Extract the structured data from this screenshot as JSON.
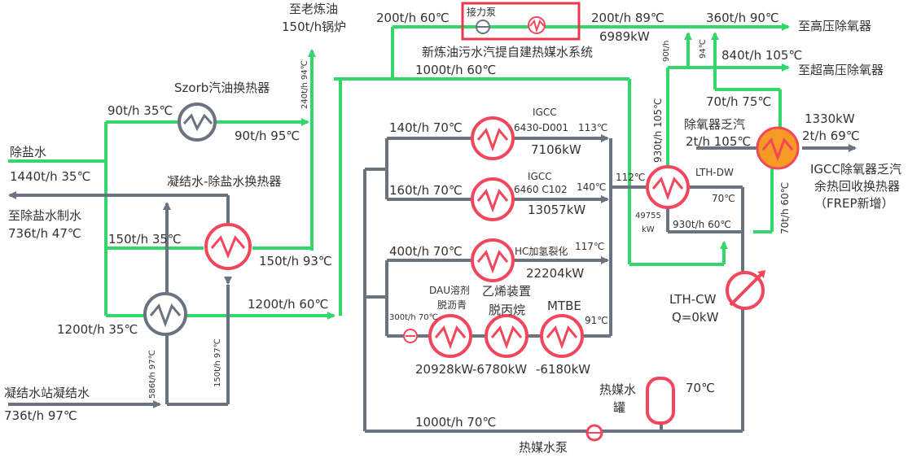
{
  "colors": {
    "green": "#33d66a",
    "gray": "#6b7280",
    "red": "#f2465c",
    "orange": "#f59a23",
    "highlight_box": "#e8394e"
  },
  "labels": {
    "to_old_refinery": "至老炼油",
    "boiler_150": "150t/h锅炉",
    "flow_200_60": "200t/h 60℃",
    "booster_pump": "接力泵",
    "flow_200_89": "200t/h 89℃",
    "power_6989": "6989kW",
    "flow_360_90": "360t/h 90℃",
    "to_hp_deaerator": "至高压除氧器",
    "new_system": "新炼油污水汽提自建热媒水系统",
    "flow_1000_60": "1000t/h 60℃",
    "flow_840_105": "840t/h 105℃",
    "to_uhp_deaerator": "至超高压除氧器",
    "flow_90_94": "90t/h",
    "temp_94": "94℃",
    "szorb_hx": "Szorb汽油换热器",
    "flow_240_94": "240t/h 94℃",
    "flow_90_35": "90t/h 35℃",
    "flow_90_95": "90t/h 95℃",
    "flow_70_75": "70t/h 75℃",
    "power_1330": "1330kW",
    "deaerator_steam": "除氧器乏汽",
    "flow_2_105": "2t/h 105℃",
    "flow_2_69": "2t/h 69℃",
    "igcc_hx_line1": "IGCC除氧器乏汽",
    "igcc_hx_line2": "余热回收换热器",
    "igcc_hx_line3": "（FREP新增）",
    "demin_water": "除盐水",
    "flow_1440_35": "1440t/h 35℃",
    "condensate_hx": "凝结水-除盐水换热器",
    "to_demin_plant": "至除盐水制水",
    "flow_736_47": "736t/h 47℃",
    "flow_150_35": "150t/h 35℃",
    "flow_150_93": "150t/h 93℃",
    "flow_1200_60": "1200t/h 60℃",
    "flow_1200_35": "1200t/h 35℃",
    "flow_586_97": "586t/h 97℃",
    "flow_150_97": "150t/h 97℃",
    "condensate_station": "凝结水站凝结水",
    "flow_736_97": "736t/h 97℃",
    "flow_140_70": "140t/h 70℃",
    "igcc1_name": "IGCC",
    "igcc1_unit": "6430-D001",
    "temp_113": "113℃",
    "power_7106": "7106kW",
    "flow_160_70": "160t/h 70℃",
    "igcc2_name": "IGCC",
    "igcc2_unit": "6460 C102",
    "temp_140": "140℃",
    "power_13057": "13057kW",
    "flow_400_70": "400t/h 70℃",
    "hc_unit": "HC加氢裂化",
    "temp_117": "117℃",
    "power_22204": "22204kW",
    "dau_line1": "DAU溶剂",
    "dau_line2": "脱沥青",
    "ethylene": "乙烯装置",
    "depropanizer": "脱丙烷",
    "mtbe": "MTBE",
    "flow_300_70": "300t/h 70℃",
    "temp_91": "91℃",
    "power_20928": "20928kW",
    "power_neg6780": "-6780kW",
    "power_neg6180": "-6180kW",
    "flow_930_105": "930t/h 105℃",
    "temp_112": "112℃",
    "lth_dw": "LTH-DW",
    "temp_70": "70℃",
    "power_49755_a": "49755",
    "power_49755_b": "kW",
    "flow_930_60": "930t/h 60℃",
    "flow_70_60": "70t/h 60℃",
    "lth_cw": "LTH-CW",
    "q_zero": "Q=0kW",
    "tank_line1": "热媒水",
    "tank_line2": "罐",
    "tank_temp": "70℃",
    "flow_1000_70": "1000t/h 70℃",
    "hot_water_pump": "热媒水泵"
  }
}
